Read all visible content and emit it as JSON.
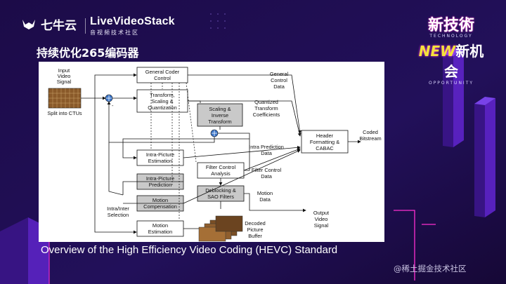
{
  "header": {
    "qiniu_logo": "七牛云",
    "livevideostack_logo": "LiveVideoStack",
    "livevideostack_sub": "音视频技术社区",
    "page_title": "持续优化265编码器",
    "brand_line1": "新技術",
    "brand_tag1": "TECHNOLOGY",
    "brand_new": "NEW",
    "brand_line2": "新机会",
    "brand_tag2": "OPPORTUNITY"
  },
  "diagram": {
    "input_label": [
      "Input",
      "Video",
      "Signal"
    ],
    "split_label": "Split into CTUs",
    "blocks": {
      "general_coder": [
        "General Coder",
        "Control"
      ],
      "transform": [
        "Transform,",
        "Scaling &",
        "Quantization"
      ],
      "scaling_inverse": [
        "Scaling &",
        "Inverse",
        "Transform"
      ],
      "intra_estimation": [
        "Intra-Picture",
        "Estimation"
      ],
      "intra_prediction": [
        "Intra-Picture",
        "Prediction"
      ],
      "motion_compensation": [
        "Motion",
        "Compensation"
      ],
      "motion_estimation": [
        "Motion",
        "Estimation"
      ],
      "filter_control": [
        "Filter Control",
        "Analysis"
      ],
      "deblocking": [
        "Deblocking &",
        "SAO Filters"
      ],
      "header": [
        "Header",
        "Formatting &",
        "CABAC"
      ]
    },
    "outputs": {
      "general_control_data": [
        "General",
        "Control",
        "Data"
      ],
      "quantized_coefficients": [
        "Quantized",
        "Transform",
        "Coefficients"
      ],
      "intra_prediction_data": [
        "Intra Prediction",
        "Data"
      ],
      "filter_control_data": [
        "Filter Control",
        "Data"
      ],
      "motion_data": [
        "Motion",
        "Data"
      ],
      "coded_bitstream": [
        "Coded",
        "Bitstream"
      ],
      "output_video": [
        "Output",
        "Video",
        "Signal"
      ],
      "decoded_buffer": [
        "Decoded",
        "Picture",
        "Buffer"
      ],
      "intra_inter": [
        "Intra/Inter",
        "Selection"
      ],
      "minus": "-"
    }
  },
  "caption": "Overview of the High Efficiency Video Coding (HEVC) Standard",
  "watermark": "@稀土掘金技术社区",
  "colors": {
    "background": "#1b0a44",
    "accent_purple": "#6a2cd8",
    "accent_pink": "#ff2fd0",
    "accent_yellow": "#f5e33a",
    "gray_block": "#c9c9c9"
  }
}
